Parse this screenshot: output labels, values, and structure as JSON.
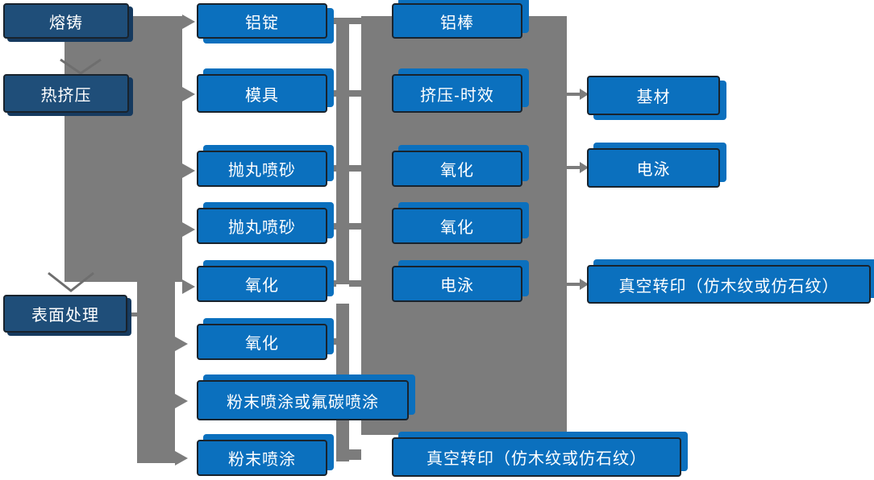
{
  "diagram_type": "flowchart",
  "colors": {
    "stage_fill": "#1F4E79",
    "stage_shadow": "#163A5F",
    "step_fill": "#0B70BE",
    "step_shadow": "#0B70BE",
    "border": "#19232D",
    "connector": "#7C7C7C",
    "chevron": "#6E6E6E",
    "text": "#FFFFFF"
  },
  "nodes": [
    {
      "id": "rongzhu",
      "label": "熔铸",
      "type": "stage"
    },
    {
      "id": "rejiya",
      "label": "热挤压",
      "type": "stage"
    },
    {
      "id": "biaomianchuli",
      "label": "表面处理",
      "type": "stage"
    },
    {
      "id": "lvding",
      "label": "铝锭",
      "type": "step"
    },
    {
      "id": "moju",
      "label": "模具",
      "type": "step"
    },
    {
      "id": "paowan-pensha-1",
      "label": "抛丸喷砂",
      "type": "step"
    },
    {
      "id": "paowan-pensha-2",
      "label": "抛丸喷砂",
      "type": "step"
    },
    {
      "id": "yanghua-1",
      "label": "氧化",
      "type": "step"
    },
    {
      "id": "yanghua-2",
      "label": "氧化",
      "type": "step"
    },
    {
      "id": "fenmo-or-futan",
      "label": "粉末喷涂或氟碳喷涂",
      "type": "step"
    },
    {
      "id": "fenmo-pentu",
      "label": "粉末喷涂",
      "type": "step"
    },
    {
      "id": "lvbang",
      "label": "铝棒",
      "type": "step"
    },
    {
      "id": "jiya-shixiao",
      "label": "挤压-时效",
      "type": "step"
    },
    {
      "id": "yanghua-3",
      "label": "氧化",
      "type": "step"
    },
    {
      "id": "yanghua-4",
      "label": "氧化",
      "type": "step"
    },
    {
      "id": "dianyong-1",
      "label": "电泳",
      "type": "step"
    },
    {
      "id": "zhenkong-bottom",
      "label": "真空转印（仿木纹或仿石纹）",
      "type": "step"
    },
    {
      "id": "jicai",
      "label": "基材",
      "type": "step"
    },
    {
      "id": "dianyong-2",
      "label": "电泳",
      "type": "step"
    },
    {
      "id": "zhenkong-right",
      "label": "真空转印（仿木纹或仿石纹）",
      "type": "step"
    }
  ]
}
